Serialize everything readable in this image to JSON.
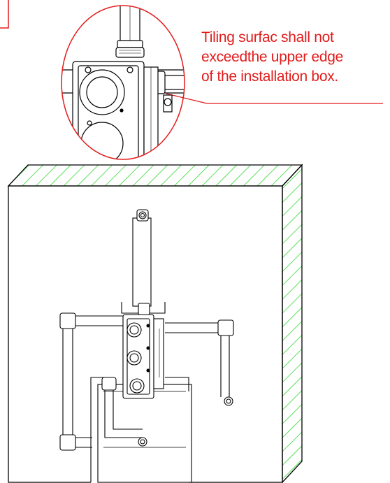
{
  "annotation": {
    "lines": [
      "Tiling surfac shall not",
      "exceedthe upper edge",
      "of the installation box."
    ]
  },
  "colors": {
    "annotation": "#e31b1b",
    "hatch": "#33d633",
    "line": "#000000"
  }
}
